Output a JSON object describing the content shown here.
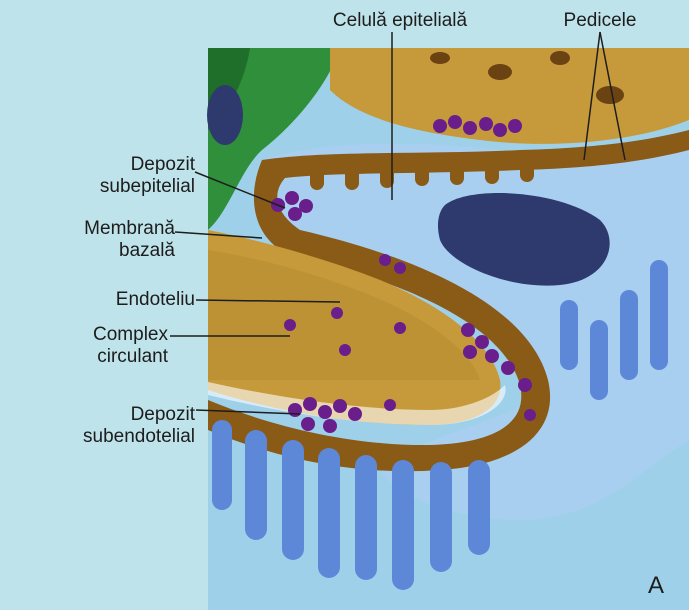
{
  "figure": {
    "panel_letter": "A",
    "labels": {
      "epithelial_cell": "Celulă epitelială",
      "pedicels": "Pedicele",
      "subepithelial_deposit": [
        "Depozit",
        "subepitelial"
      ],
      "basement_membrane": [
        "Membrană",
        "bazală"
      ],
      "endothelium": "Endoteliu",
      "circulating_complex": [
        "Complex",
        "circulant"
      ],
      "subendothelial_deposit": [
        "Depozit",
        "subendotelial"
      ]
    }
  },
  "colors": {
    "background": "#bfe3ea",
    "epithelial_blue": "#a8cff0",
    "epithelial_dark": "#2e3a6e",
    "basement_membrane": "#8a5a17",
    "endothelium": "#c69a3a",
    "deposit_purple": "#6a1e8c",
    "green_cell": "#2f8f3a",
    "foot_process_blue": "#5d88d8"
  }
}
